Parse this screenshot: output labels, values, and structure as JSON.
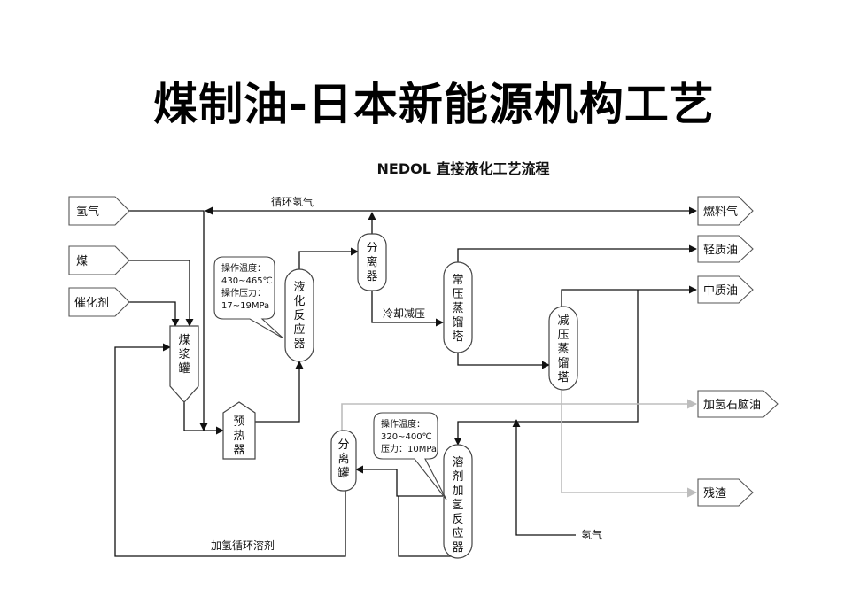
{
  "title": "煤制油-日本新能源机构工艺",
  "diagram_title": "NEDOL 直接液化工艺流程",
  "inputs": {
    "hydrogen": "氢气",
    "coal": "煤",
    "catalyst": "催化剂"
  },
  "outputs": {
    "fuel_gas": "燃料气",
    "light_oil": "轻质油",
    "medium_oil": "中质油",
    "hydro_naphtha": "加氢石脑油",
    "residue": "残渣"
  },
  "units": {
    "slurry_tank": "煤浆罐",
    "preheater": "预热器",
    "liquefaction_reactor": "液化反应器",
    "separator_1": "分离器",
    "atm_tower": "常压蒸馏塔",
    "vac_tower": "减压蒸馏塔",
    "separator_tank": "分离罐",
    "solvent_reactor": "溶剂加氢反应器"
  },
  "notes": {
    "reactor_cond": [
      "操作温度：",
      "430~465℃",
      "操作压力：",
      "17~19MPa"
    ],
    "solvent_cond": [
      "操作温度：",
      "320~400℃",
      "压力：10MPa"
    ]
  },
  "line_labels": {
    "recycle_h2": "循环氢气",
    "cool_depress": "冷却减压",
    "recycle_solvent": "加氢循环溶剂",
    "hydrogen_feed": "氢气"
  }
}
